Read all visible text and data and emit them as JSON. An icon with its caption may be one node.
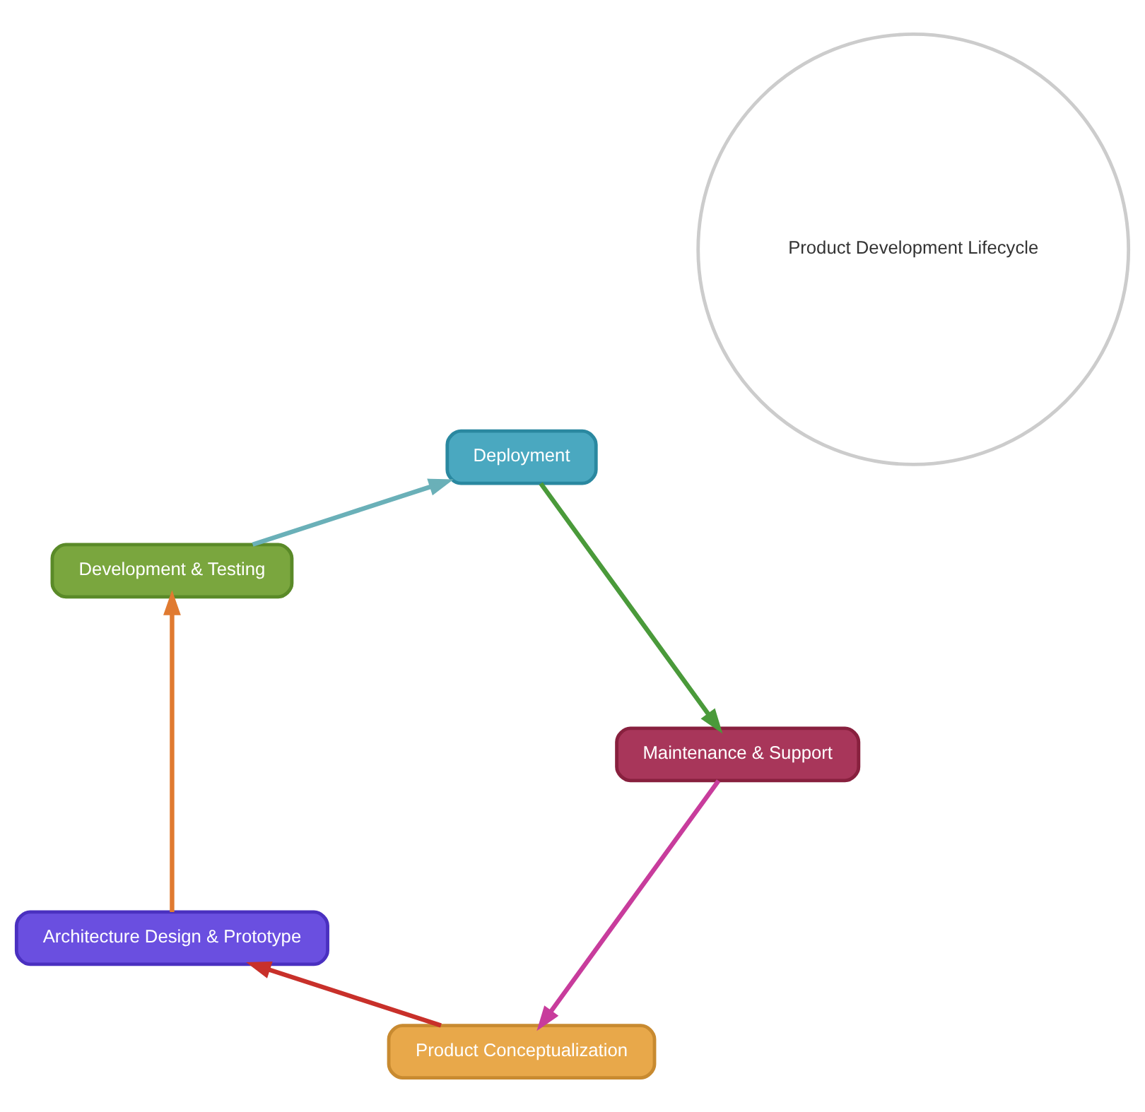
{
  "diagram": {
    "nodes": [
      {
        "text": [
          "Product Development Lifecycle"
        ]
      },
      {
        "text": [
          "Product Conceptualization"
        ]
      },
      {
        "text": [
          "Architecture Design & Prototype"
        ]
      },
      {
        "text": [
          "Development & Testing"
        ]
      },
      {
        "text": [
          "Deployment"
        ]
      },
      {
        "text": [
          "Maintenance & Support"
        ]
      }
    ],
    "edges": [
      {
        "from": 5,
        "to": 1,
        "arrow": "to",
        "color": "#c83c9c"
      },
      {
        "from": 1,
        "to": 2,
        "arrow": "to",
        "color": "#c8302a"
      },
      {
        "from": 2,
        "to": 3,
        "arrow": "to",
        "color": "#e07a30"
      },
      {
        "from": 3,
        "to": 4,
        "arrow": "to",
        "color": "#6ab0b8"
      },
      {
        "from": 4,
        "to": 5,
        "arrow": "to",
        "color": "#4a9a3a"
      }
    ]
  }
}
